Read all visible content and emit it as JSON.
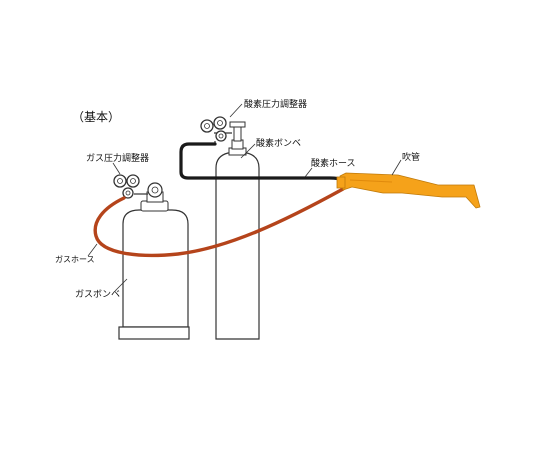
{
  "title": "（基本）",
  "labels": {
    "oxygen_regulator": "酸素圧力調整器",
    "oxygen_cylinder": "酸素ボンベ",
    "oxygen_hose": "酸素ホース",
    "torch": "吹管",
    "gas_regulator": "ガス圧力調整器",
    "gas_hose": "ガスホース",
    "gas_cylinder": "ガスボンベ"
  },
  "colors": {
    "outline": "#333333",
    "gas_hose": "#b5441b",
    "oxygen_hose": "#1a1a1a",
    "torch": "#f5a21a"
  }
}
